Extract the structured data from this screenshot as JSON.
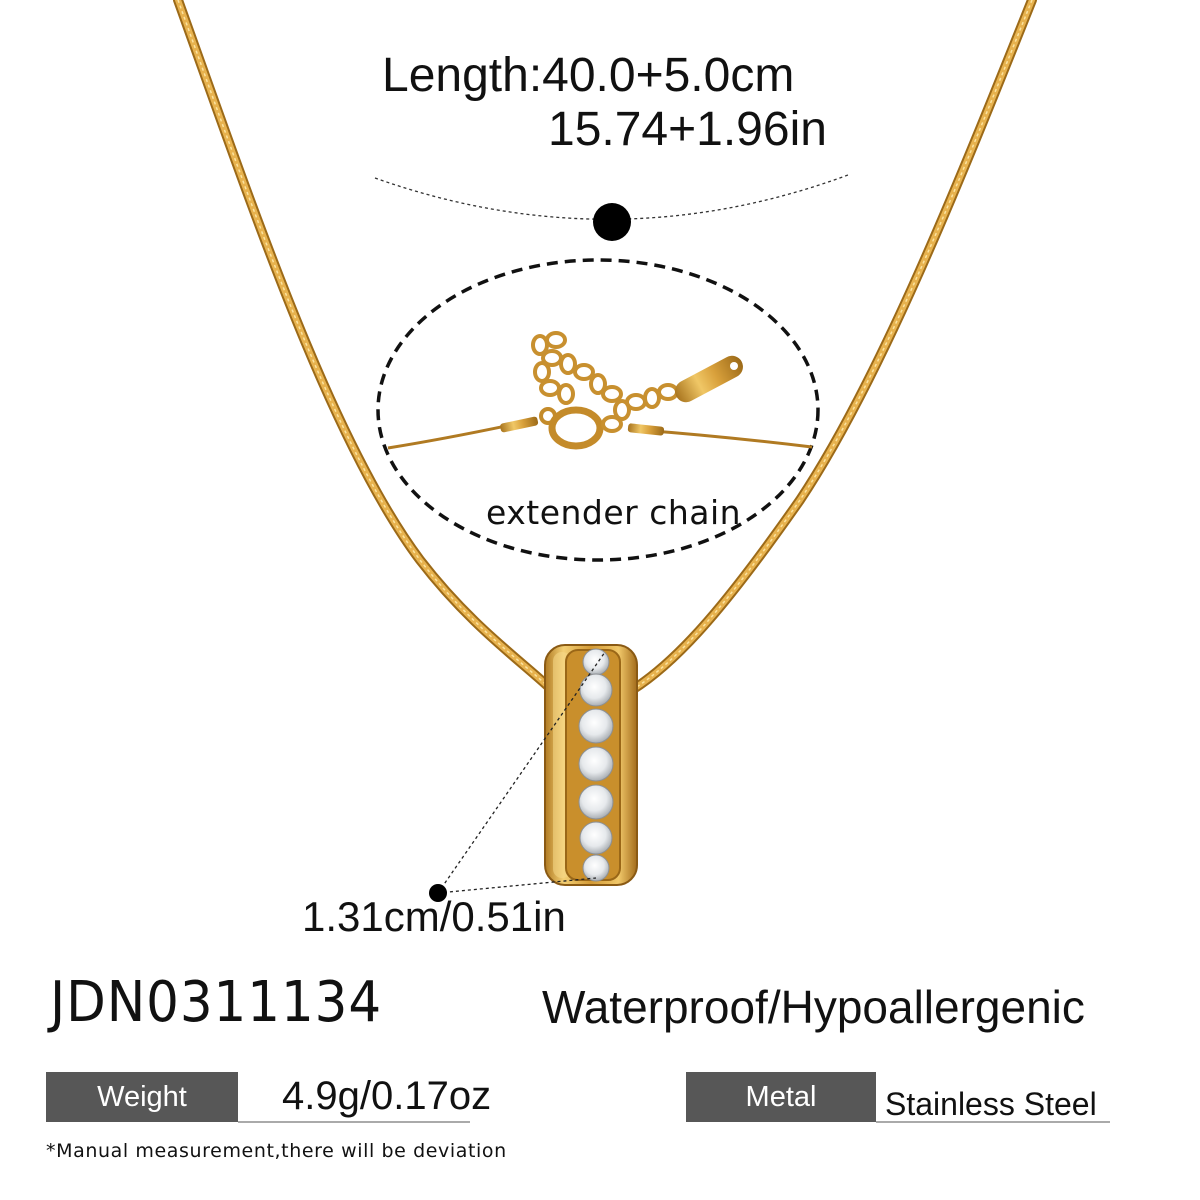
{
  "length": {
    "cm": "Length:40.0+5.0cm",
    "in": "15.74+1.96in"
  },
  "extender": {
    "label": "extender chain"
  },
  "pendant": {
    "size": "1.31cm/0.51in"
  },
  "product": {
    "code": "JDN0311134",
    "features": "Waterproof/Hypoallergenic"
  },
  "specs": {
    "weight_label": "Weight",
    "weight_value": "4.9g/0.17oz",
    "metal_label": "Metal",
    "metal_value": "Stainless Steel"
  },
  "note": "*Manual measurement,there will be deviation",
  "colors": {
    "gold": "#c9922e",
    "label_bg": "#575757"
  }
}
